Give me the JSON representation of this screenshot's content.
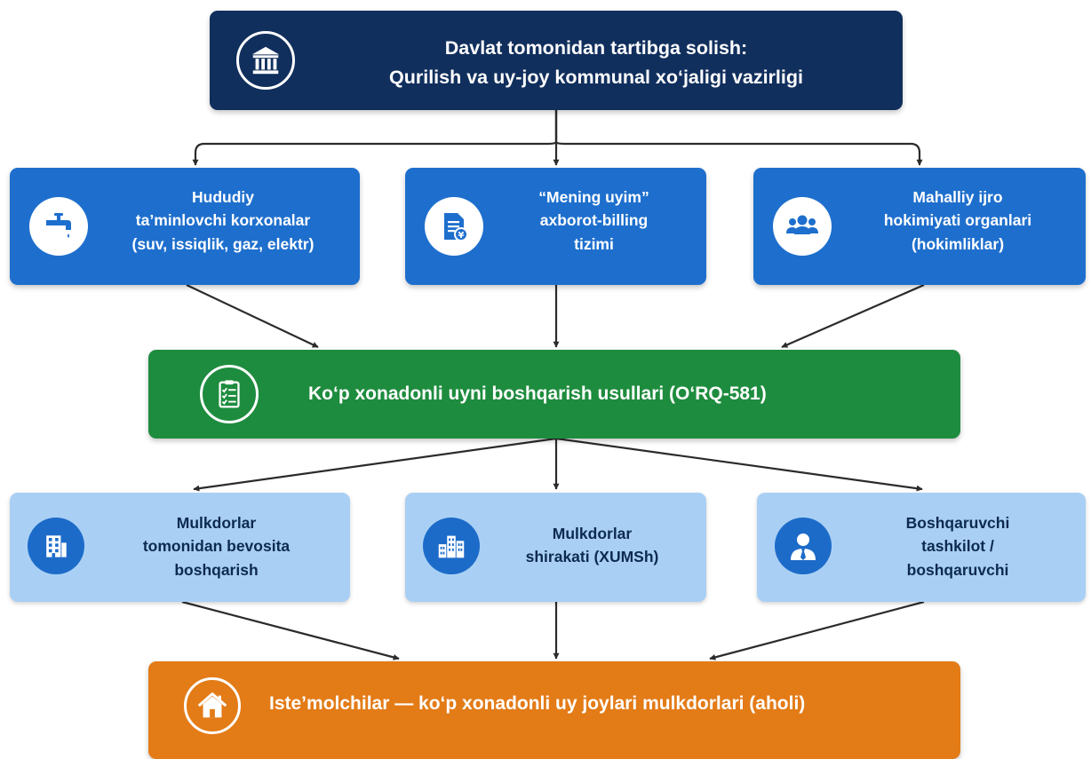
{
  "nodes": {
    "top": {
      "line1": "Davlat tomonidan tartibga solish:",
      "line2": "Qurilish va uy-joy kommunal xo‘jaligi vazirligi",
      "icon": "government-building-icon",
      "color": "#112f5d"
    },
    "utilities": {
      "line1": "Hududiy",
      "line2": "ta’minlovchi korxonalar",
      "line3": "(suv, issiqlik, gaz, elektr)",
      "icon": "water-tap-icon",
      "color": "#1e6fcd"
    },
    "billing": {
      "line1": "“Mening uyim”",
      "line2": "axborot-billing",
      "line3": "tizimi",
      "icon": "billing-document-icon",
      "color": "#1e6fcd"
    },
    "hokimiyat": {
      "line1": "Mahalliy ijro",
      "line2": "hokimiyati organlari",
      "line3": "(hokimliklar)",
      "icon": "people-group-icon",
      "color": "#1e6fcd"
    },
    "methods": {
      "line1": "Ko‘p xonadonli uyni boshqarish usullari (O‘RQ-581)",
      "icon": "checklist-icon",
      "color": "#1e8c3e"
    },
    "direct": {
      "line1": "Mulkdorlar",
      "line2": "tomonidan bevosita",
      "line3": "boshqarish",
      "icon": "apartment-building-icon",
      "color": "#a9d0f4"
    },
    "hoa": {
      "line1": "Mulkdorlar",
      "line2": "shirakati (XUMSh)",
      "icon": "city-buildings-icon",
      "color": "#a9d0f4"
    },
    "manager": {
      "line1": "Boshqaruvchi",
      "line2": "tashkilot /",
      "line3": "boshqaruvchi",
      "icon": "manager-person-icon",
      "color": "#a9d0f4"
    },
    "consumers": {
      "line1": "Iste’molchilar — ko‘p xonadonli uy joylari mulkdorlari (aholi)",
      "icon": "house-icon",
      "color": "#e37b17"
    }
  },
  "edges": [
    [
      "top",
      "utilities"
    ],
    [
      "top",
      "billing"
    ],
    [
      "top",
      "hokimiyat"
    ],
    [
      "utilities",
      "methods"
    ],
    [
      "billing",
      "methods"
    ],
    [
      "hokimiyat",
      "methods"
    ],
    [
      "methods",
      "direct"
    ],
    [
      "methods",
      "hoa"
    ],
    [
      "methods",
      "manager"
    ],
    [
      "direct",
      "consumers"
    ],
    [
      "hoa",
      "consumers"
    ],
    [
      "manager",
      "consumers"
    ]
  ]
}
